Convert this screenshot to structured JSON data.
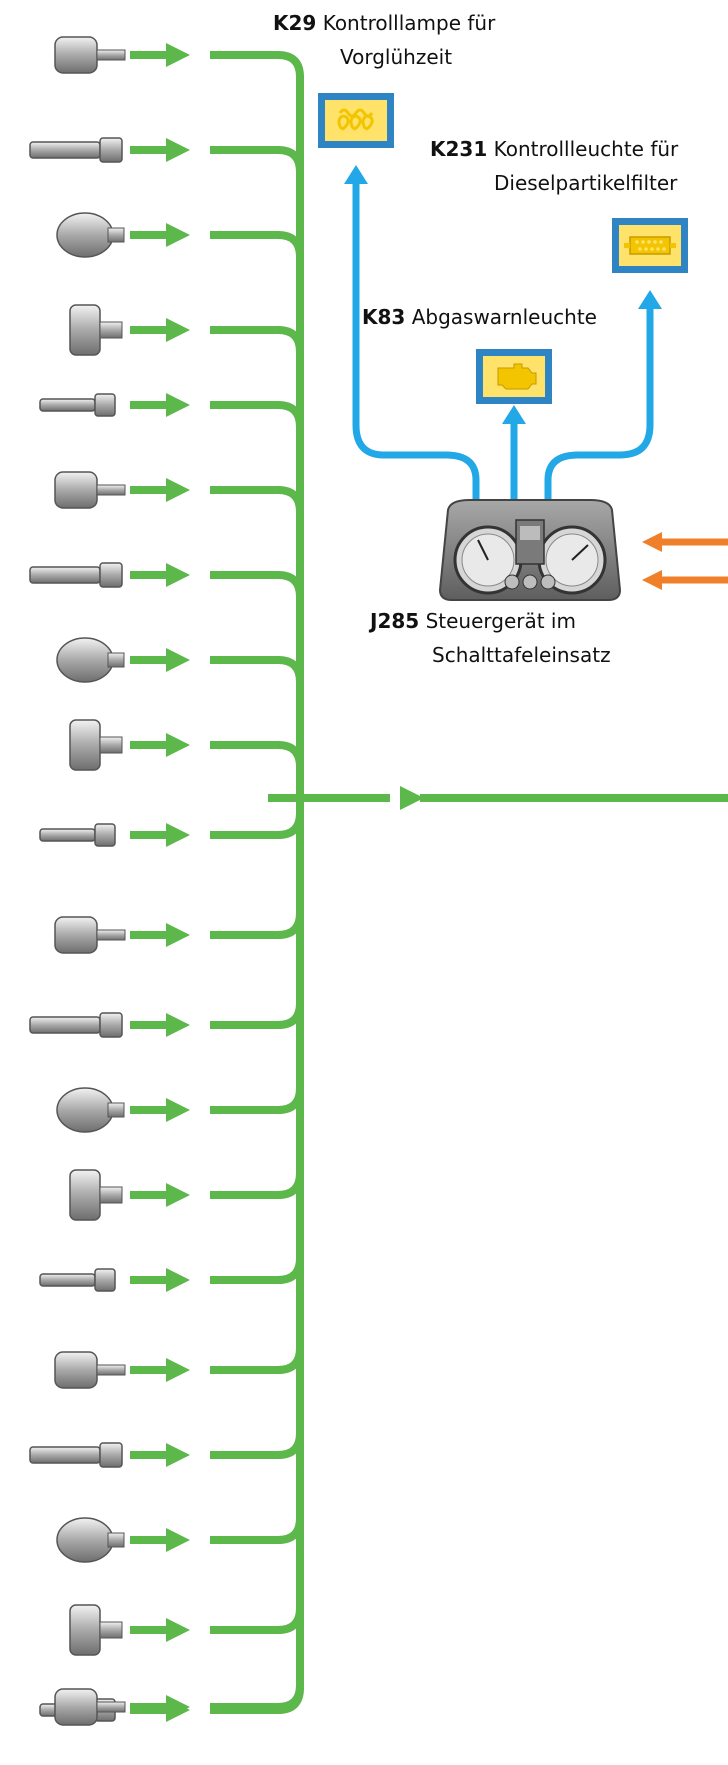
{
  "colors": {
    "input_signal": "#5cb84a",
    "output_signal": "#22a8e6",
    "external_signal": "#f07f2a",
    "lamp_frame": "#2f84c4",
    "lamp_face": "#ffe26a",
    "icon_yellow": "#f3c400"
  },
  "warning_lamps": {
    "k29": {
      "code": "K29",
      "name": "Kontrolllampe für",
      "name2": "Vorglühzeit",
      "icon": "glow-plug-icon"
    },
    "k231": {
      "code": "K231",
      "name": "Kontrollleuchte für",
      "name2": "Dieselpartikelfilter",
      "icon": "particle-filter-icon"
    },
    "k83": {
      "code": "K83",
      "name": "Abgaswarnleuchte",
      "icon": "engine-check-icon"
    }
  },
  "control_unit": {
    "code": "J285",
    "name": "Steuergerät im",
    "name2": "Schalttafeleinsatz",
    "icon": "instrument-cluster-icon"
  },
  "sensors": [
    "pedal-lever-sensor-icon",
    "probe-sensor-icon",
    "accelerator-pedal-icon",
    "air-mass-meter-icon",
    "temperature-sender-icon",
    "temperature-sender-icon",
    "pressure-sender-icon",
    "speed-sender-icon",
    "cylindrical-sender-icon",
    "throttle-unit-icon",
    "glow-plug-sensor-icon",
    "pressure-sender-icon",
    "exhaust-temp-sensor-icon",
    "exhaust-temp-sensor-icon",
    "exhaust-temp-sensor-icon",
    "switch-sensor-icon",
    "clutch-sensor-icon",
    "solenoid-valve-icon",
    "valve-actuator-icon",
    "throttle-actuator-icon",
    "pressure-sender-icon"
  ]
}
